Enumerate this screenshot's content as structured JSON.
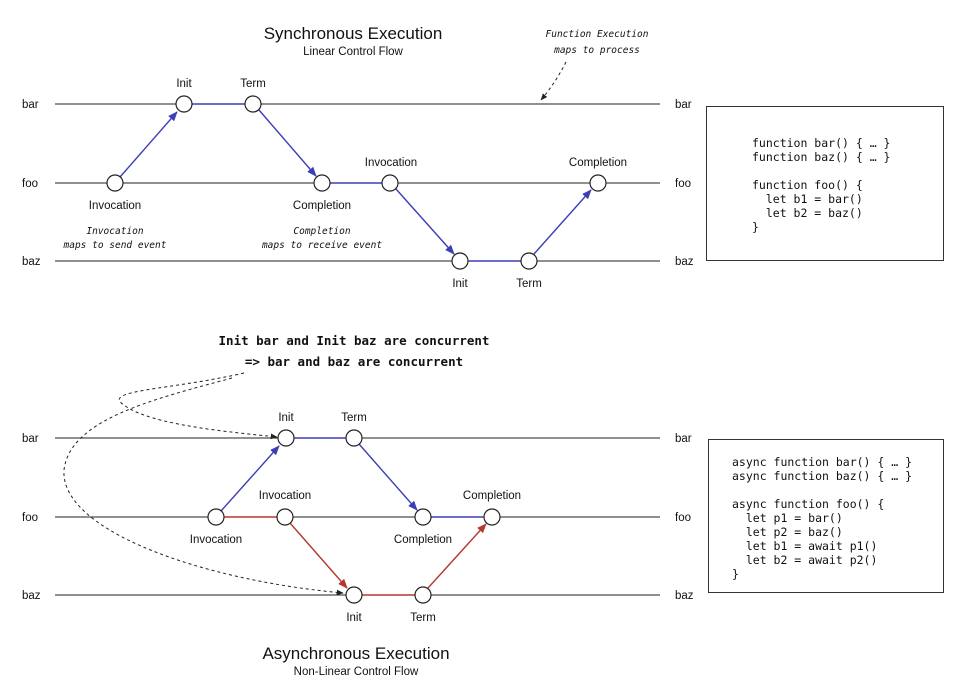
{
  "sync": {
    "title": "Synchronous Execution",
    "subtitle": "Linear Control Flow",
    "lanes": [
      "bar",
      "foo",
      "baz"
    ],
    "events": {
      "foo_invocation_1": "Invocation",
      "bar_init": "Init",
      "bar_term": "Term",
      "foo_completion_1": "Completion",
      "foo_invocation_2": "Invocation",
      "baz_init": "Init",
      "baz_term": "Term",
      "foo_completion_2": "Completion"
    },
    "notes": {
      "function_execution": [
        "Function Execution",
        "maps to process"
      ],
      "invocation": [
        "Invocation",
        "maps to send event"
      ],
      "completion": [
        "Completion",
        "maps to receive event"
      ]
    },
    "code": "function bar() { … }\nfunction baz() { … }\n\nfunction foo() {\n  let b1 = bar()\n  let b2 = baz()\n}"
  },
  "async": {
    "title": "Asynchronous Execution",
    "subtitle": "Non-Linear Control Flow",
    "lanes": [
      "bar",
      "foo",
      "baz"
    ],
    "events": {
      "foo_invocation_1": "Invocation",
      "foo_invocation_2": "Invocation",
      "bar_init": "Init",
      "bar_term": "Term",
      "baz_init": "Init",
      "baz_term": "Term",
      "foo_completion_1": "Completion",
      "foo_completion_2": "Completion"
    },
    "note": [
      "Init bar and Init baz are concurrent",
      "=> bar and baz are concurrent"
    ],
    "code": "async function bar() { … }\nasync function baz() { … }\n\nasync function foo() {\n  let p1 = bar()\n  let p2 = baz()\n  let b1 = await p1()\n  let b2 = await p2()\n}"
  },
  "colors": {
    "bar_flow": "#3b3fb6",
    "baz_flow": "#b5382e",
    "lines": "#222222"
  }
}
